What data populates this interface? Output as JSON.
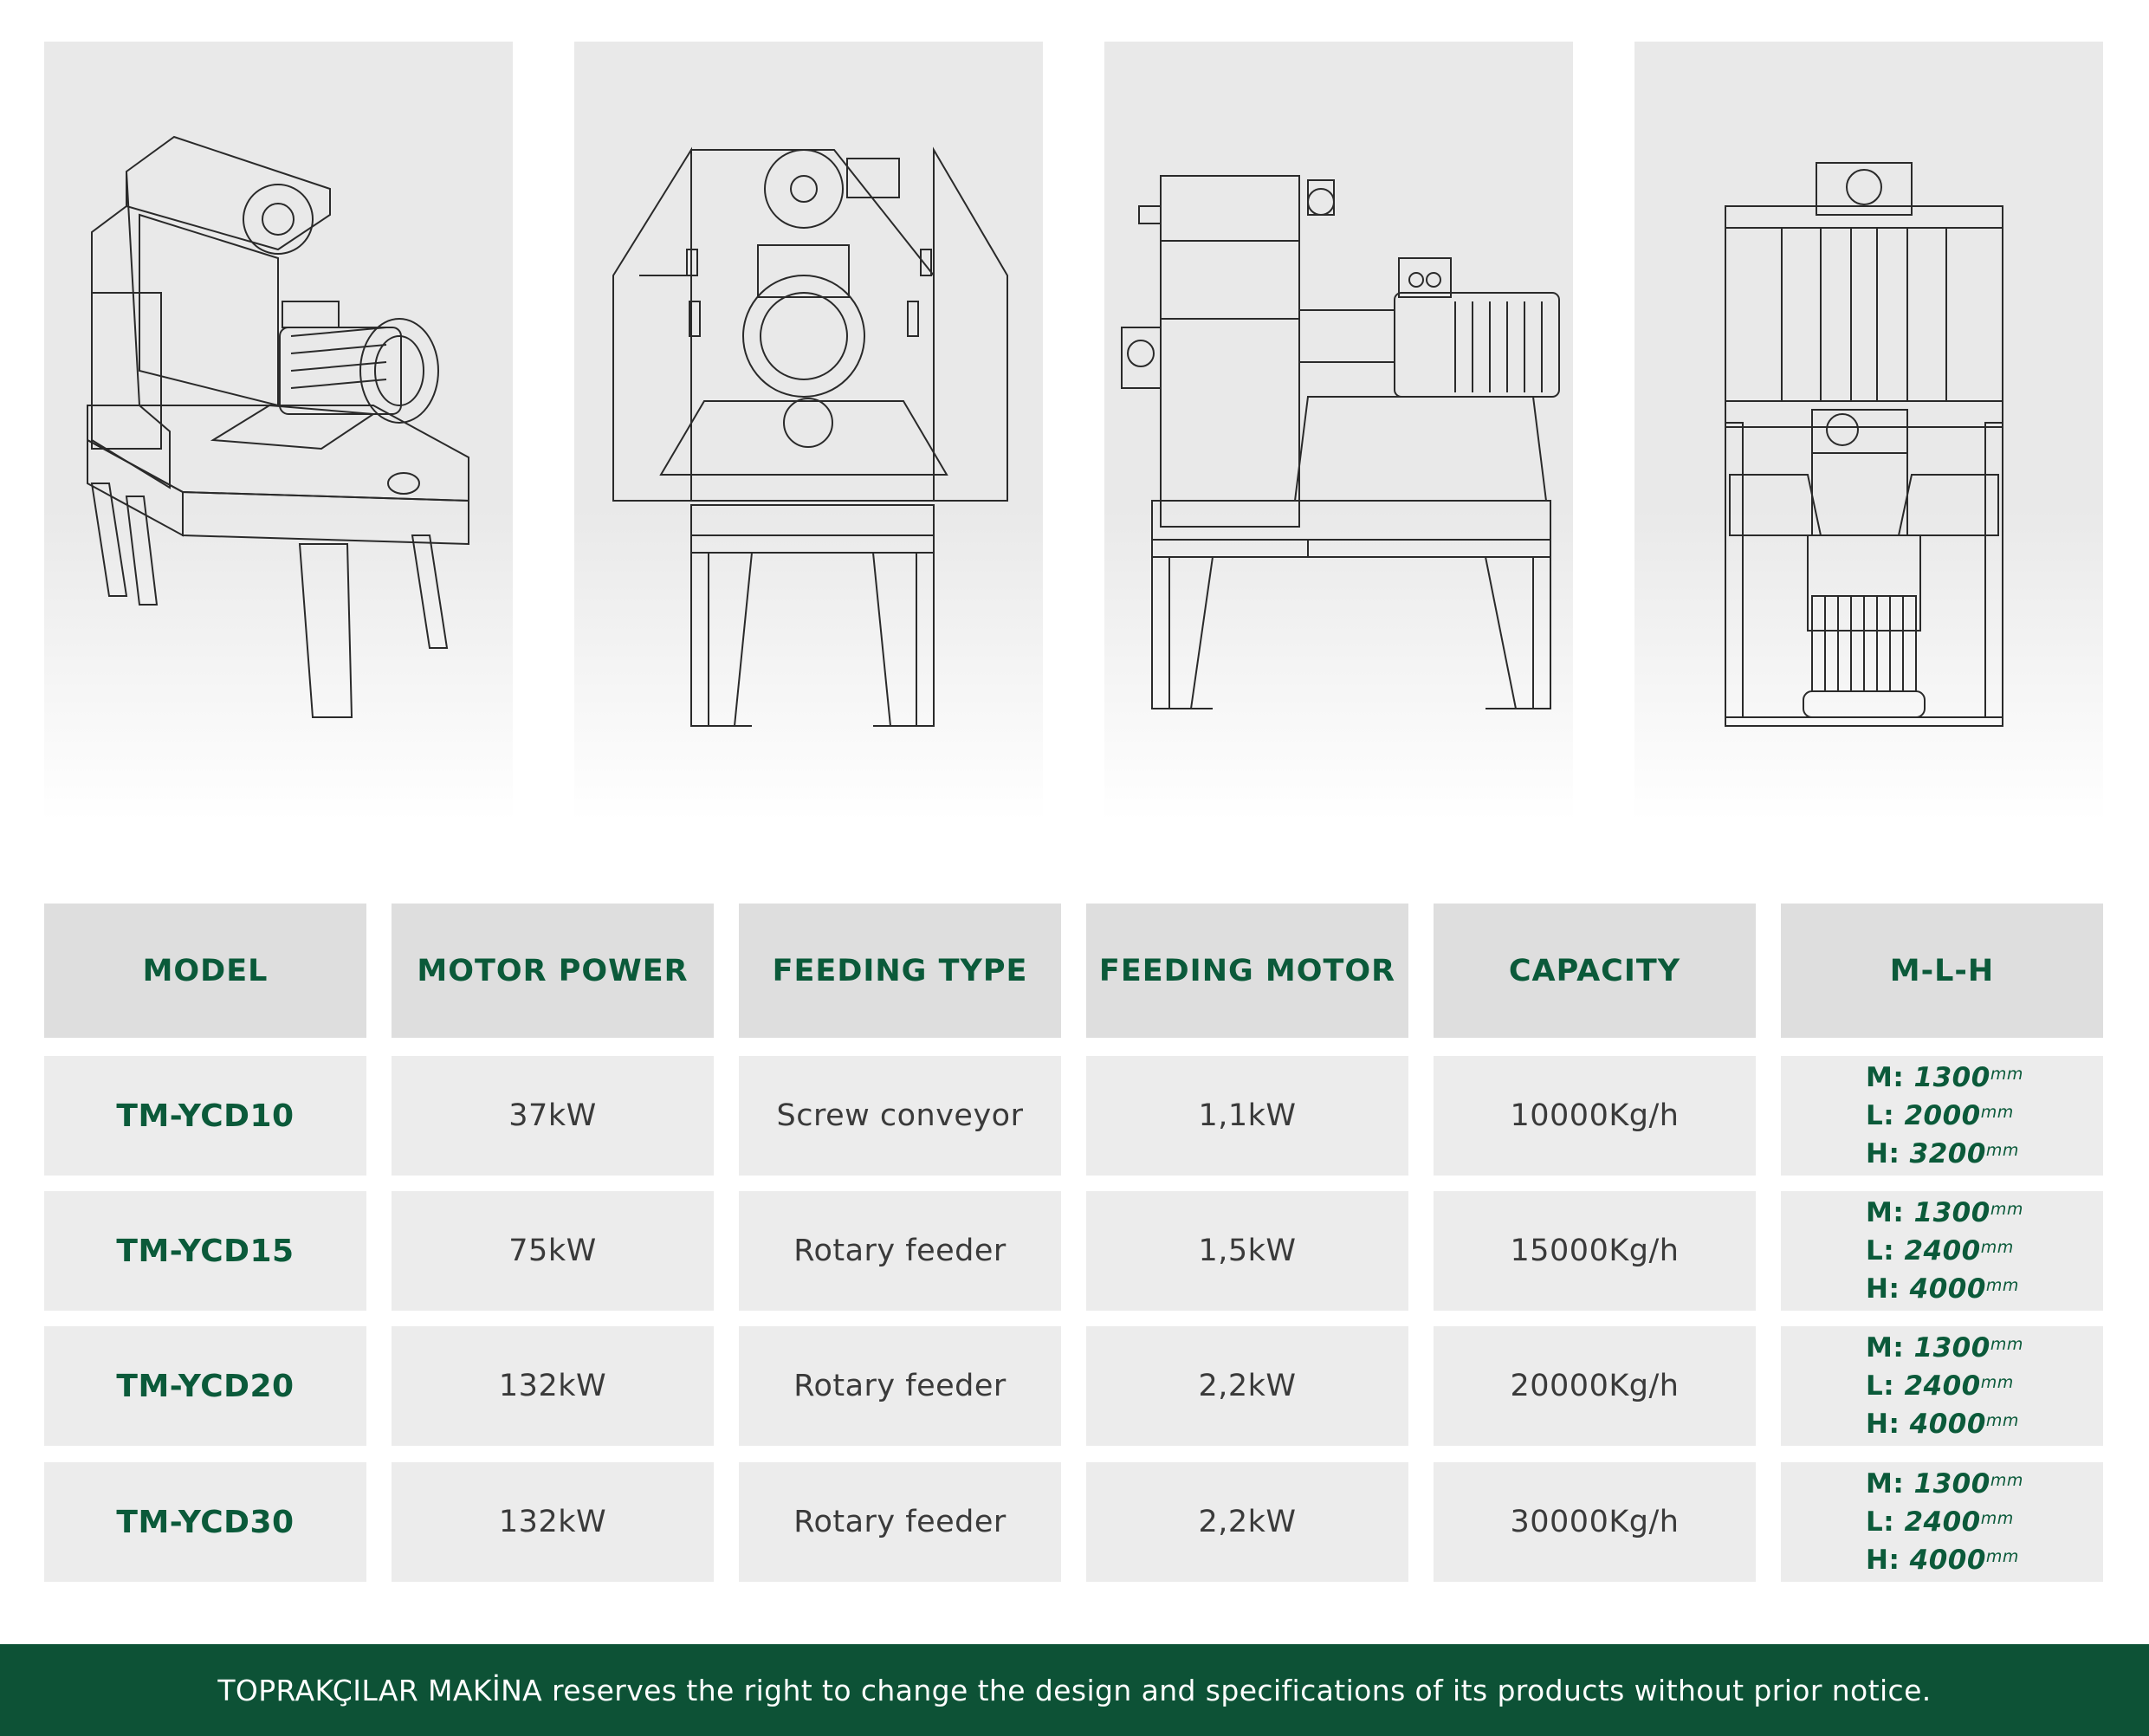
{
  "images": [
    {
      "name": "machine-view-isometric"
    },
    {
      "name": "machine-view-front"
    },
    {
      "name": "machine-view-side"
    },
    {
      "name": "machine-view-top"
    }
  ],
  "table": {
    "headers": [
      "MODEL",
      "MOTOR POWER",
      "FEEDING TYPE",
      "FEEDING MOTOR",
      "CAPACITY",
      "M-L-H"
    ],
    "rows": [
      {
        "model": "TM-YCD10",
        "motor_power": "37kW",
        "feeding_type": "Screw conveyor",
        "feeding_motor": "1,1kW",
        "capacity": "10000Kg/h",
        "dims": [
          {
            "k": "M:",
            "v": "1300",
            "u": "mm"
          },
          {
            "k": "L:",
            "v": "2000",
            "u": "mm"
          },
          {
            "k": "H:",
            "v": "3200",
            "u": "mm"
          }
        ]
      },
      {
        "model": "TM-YCD15",
        "motor_power": "75kW",
        "feeding_type": "Rotary feeder",
        "feeding_motor": "1,5kW",
        "capacity": "15000Kg/h",
        "dims": [
          {
            "k": "M:",
            "v": "1300",
            "u": "mm"
          },
          {
            "k": "L:",
            "v": "2400",
            "u": "mm"
          },
          {
            "k": "H:",
            "v": "4000",
            "u": "mm"
          }
        ]
      },
      {
        "model": "TM-YCD20",
        "motor_power": "132kW",
        "feeding_type": "Rotary feeder",
        "feeding_motor": "2,2kW",
        "capacity": "20000Kg/h",
        "dims": [
          {
            "k": "M:",
            "v": "1300",
            "u": "mm"
          },
          {
            "k": "L:",
            "v": "2400",
            "u": "mm"
          },
          {
            "k": "H:",
            "v": "4000",
            "u": "mm"
          }
        ]
      },
      {
        "model": "TM-YCD30",
        "motor_power": "132kW",
        "feeding_type": "Rotary feeder",
        "feeding_motor": "2,2kW",
        "capacity": "30000Kg/h",
        "dims": [
          {
            "k": "M:",
            "v": "1300",
            "u": "mm"
          },
          {
            "k": "L:",
            "v": "2400",
            "u": "mm"
          },
          {
            "k": "H:",
            "v": "4000",
            "u": "mm"
          }
        ]
      }
    ]
  },
  "footer": {
    "text": "TOPRAKÇILAR MAKİNA reserves the right to change the design and specifications of its products without prior notice."
  },
  "colors": {
    "brand_green": "#0d5236",
    "header_text": "#0b5a3a",
    "header_bg": "#dedede",
    "cell_bg": "#ececec"
  }
}
